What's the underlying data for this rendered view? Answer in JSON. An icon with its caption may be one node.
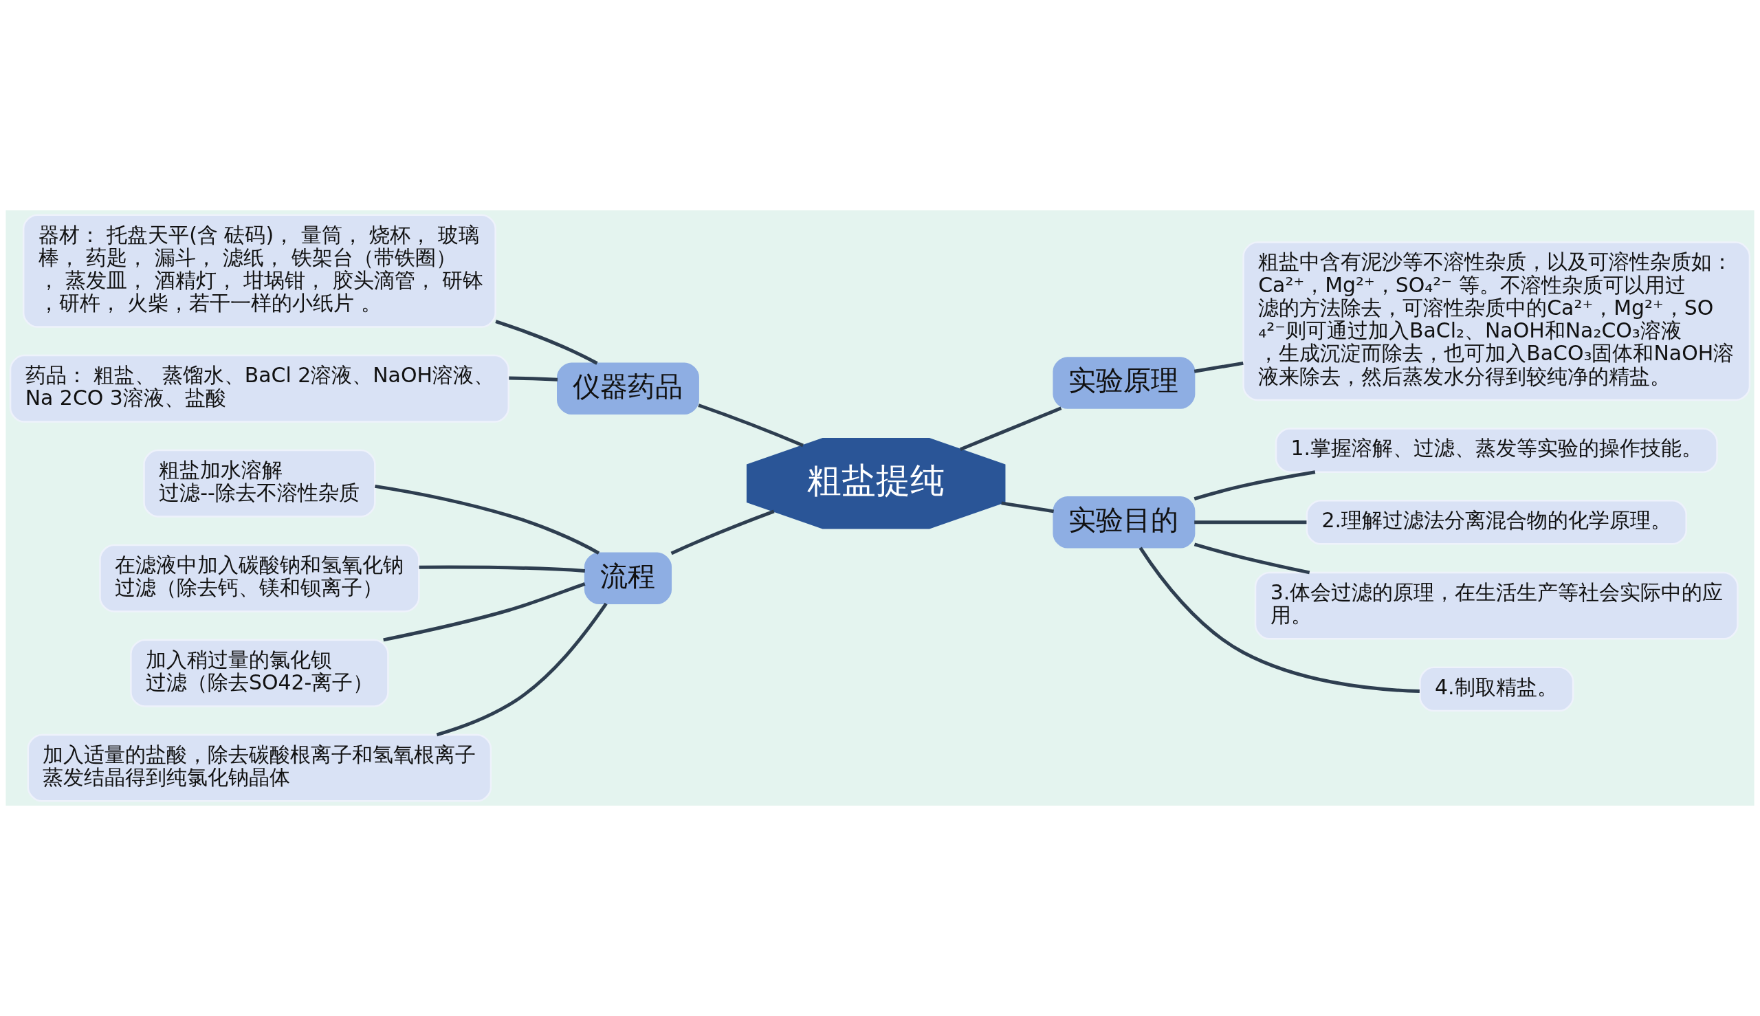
{
  "diagram": {
    "nodes": [
      {
        "text": [
          "粗盐提纯"
        ]
      },
      {
        "text": [
          "仪器药品"
        ]
      },
      {
        "text": [
          "器材： 托盘天平(含 砝码)， 量筒， 烧杯， 玻璃棒， 药匙， 漏斗， 滤纸， 铁架台（带铁圈）， 蒸发皿， 酒精灯， 坩埚钳， 胶头滴管， 研钵，研杵， 火柴，若干一样的小纸片 。"
        ]
      },
      {
        "text": [
          "药品： 粗盐、 蒸馏水、BaCl 2溶液、NaOH溶液、Na 2CO 3溶液、盐酸"
        ]
      },
      {
        "text": [
          "流程"
        ]
      },
      {
        "text": [
          "粗盐加水溶解",
          "过滤--除去不溶性杂质"
        ]
      },
      {
        "text": [
          "在滤液中加入碳酸钠和氢氧化钠",
          "过滤（除去钙、镁和钡离子）"
        ]
      },
      {
        "text": [
          "加入稍过量的氯化钡",
          "过滤（除去SO42-离子）"
        ]
      },
      {
        "text": [
          "加入适量的盐酸，除去碳酸根离子和氢氧根离子",
          "蒸发结晶得到纯氯化钠晶体"
        ]
      },
      {
        "text": [
          "实验原理"
        ]
      },
      {
        "text": [
          "粗盐中含有泥沙等不溶性杂质，以及可溶性杂质如：Ca²⁺，Mg²⁺，SO₄²⁻ 等。不溶性杂质可以用过滤的方法除去，可溶性杂质中的Ca²⁺，Mg²⁺，SO₄²⁻则可通过加入BaCl₂、NaOH和Na₂CO₃溶液，生成沉淀而除去，也可加入BaCO₃固体和NaOH溶液来除去，然后蒸发水分得到较纯净的精盐。"
        ]
      },
      {
        "text": [
          "实验目的"
        ]
      },
      {
        "text": [
          "1.掌握溶解、过滤、蒸发等实验的操作技能。"
        ]
      },
      {
        "text": [
          "2.理解过滤法分离混合物的化学原理。"
        ]
      },
      {
        "text": [
          "3.体会过滤的原理，在生活生产等社会实际中的应用。"
        ]
      },
      {
        "text": [
          "4.制取精盐。"
        ]
      }
    ],
    "edges": [
      {
        "from": 0,
        "to": 1,
        "arrow": "none"
      },
      {
        "from": 1,
        "to": 2,
        "arrow": "none"
      },
      {
        "from": 1,
        "to": 3,
        "arrow": "none"
      },
      {
        "from": 0,
        "to": 4,
        "arrow": "none"
      },
      {
        "from": 4,
        "to": 5,
        "arrow": "none"
      },
      {
        "from": 4,
        "to": 6,
        "arrow": "none"
      },
      {
        "from": 4,
        "to": 7,
        "arrow": "none"
      },
      {
        "from": 4,
        "to": 8,
        "arrow": "none"
      },
      {
        "from": 0,
        "to": 9,
        "arrow": "none"
      },
      {
        "from": 9,
        "to": 10,
        "arrow": "none"
      },
      {
        "from": 0,
        "to": 11,
        "arrow": "none"
      },
      {
        "from": 11,
        "to": 12,
        "arrow": "none"
      },
      {
        "from": 11,
        "to": 13,
        "arrow": "none"
      },
      {
        "from": 11,
        "to": 14,
        "arrow": "none"
      },
      {
        "from": 11,
        "to": 15,
        "arrow": "none"
      }
    ]
  }
}
